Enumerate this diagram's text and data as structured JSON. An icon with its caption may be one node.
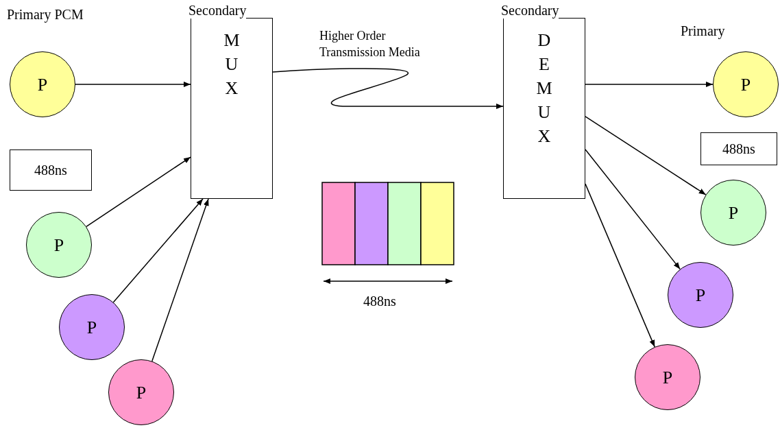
{
  "diagram": {
    "nodes": [
      {
        "text": [
          "Secondary",
          "M U X"
        ]
      },
      {
        "text": [
          "Secondary",
          "D E M U X"
        ]
      },
      {
        "text": [
          "P"
        ]
      },
      {
        "text": [
          "P"
        ]
      },
      {
        "text": [
          "P"
        ]
      },
      {
        "text": [
          "P"
        ]
      },
      {
        "text": [
          "P"
        ]
      },
      {
        "text": [
          "P"
        ]
      },
      {
        "text": [
          "P"
        ]
      },
      {
        "text": [
          "P"
        ]
      },
      {
        "text": [
          "488ns"
        ]
      },
      {
        "text": [
          "488ns"
        ]
      }
    ],
    "edges": [
      {
        "from": 2,
        "to": 0,
        "arrow": "to"
      },
      {
        "from": 3,
        "to": 0,
        "arrow": "to"
      },
      {
        "from": 4,
        "to": 0,
        "arrow": "to"
      },
      {
        "from": 5,
        "to": 0,
        "arrow": "to"
      },
      {
        "from": 0,
        "to": 1,
        "arrow": "to"
      },
      {
        "from": 1,
        "to": 6,
        "arrow": "to"
      },
      {
        "from": 1,
        "to": 7,
        "arrow": "to"
      },
      {
        "from": 1,
        "to": 8,
        "arrow": "to"
      },
      {
        "from": 1,
        "to": 9,
        "arrow": "to"
      }
    ],
    "labels": [
      "Primary PCM",
      "Primary",
      "Higher Order Transmission Media",
      "488ns"
    ]
  }
}
